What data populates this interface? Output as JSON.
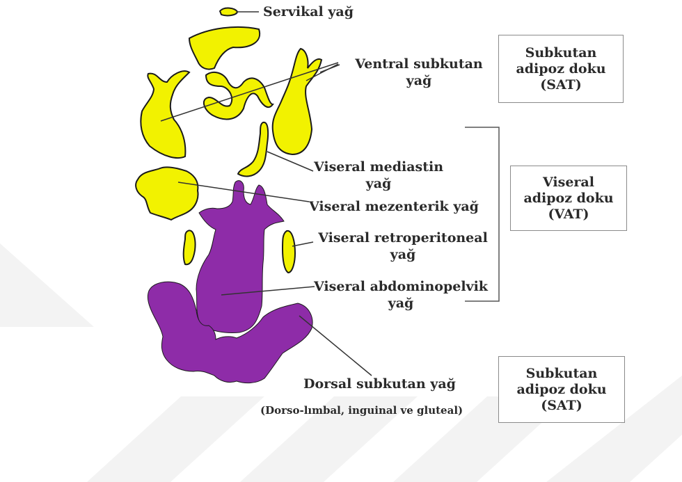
{
  "labels": {
    "servikal": "Servikal yağ",
    "ventral_line1": "Ventral subkutan",
    "ventral_line2": "yağ",
    "mediastin_line1": "Viseral mediastin",
    "mediastin_line2": "yağ",
    "mezenterik": "Viseral mezenterik yağ",
    "retro_line1": "Viseral retroperitoneal",
    "retro_line2": "yağ",
    "abdomino_line1": "Viseral abdominopelvik",
    "abdomino_line2": "yağ",
    "dorsal": "Dorsal subkutan yağ",
    "dorsal_note": "(Dorso-lımbal, inguinal ve gluteal)"
  },
  "boxes": {
    "sat_top": [
      "Subkutan",
      "adipoz doku",
      "(SAT)"
    ],
    "vat": [
      "Viseral",
      "adipoz doku",
      "(VAT)"
    ],
    "sat_bottom": [
      "Subkutan",
      "adipoz doku",
      "(SAT)"
    ]
  },
  "colors": {
    "visceral_yellow": "#f2f200",
    "dorsal_purple": "#8e2ca8",
    "outline": "#1a1a1a",
    "watermark": "#f4f4f4"
  }
}
